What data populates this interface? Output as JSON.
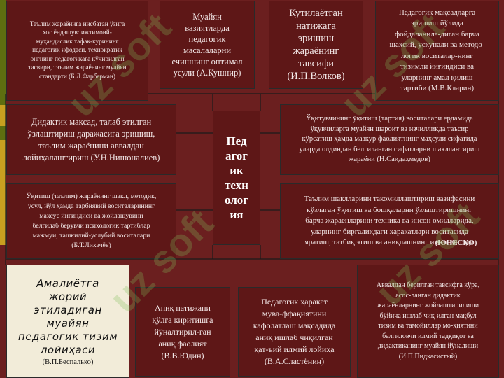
{
  "center": {
    "label": "Пед\nагог\nик\nтехн\nолог\nия"
  },
  "boxes": {
    "farberman": "Таълим жараёнига нисбатан ўзига\nхос ёндашув: ижтимоий-\nмуҳандислик тафак-курининг\nпедагогик ифодаси, технократик\nонгнинг педагогикага кўчирилган\nтасвири, таълим жараёнинг муайян\nстандарти (Б.Л.Фарберман)",
    "kushnir": "Муайян\nвазиятларда\nпедагогик\nмасалаларни\nечишнинг оптимал\nусули (А.Кушнир)",
    "volkov": "Кутилаётган\nнатижага\nэришиш\nжараёнинг\nтавсифи\n(И.П.Волков)",
    "klarin": "Педагогик мақсадларга\nэришиш йўлида\nфойдаланила-диган барча\nшахсий, ускунали ва методо-\nлогик воситалар-нинг\nтизимли йиғиндиси ва\nуларнинг амал қилиш\nтартиби (М.В.Кларин)",
    "nishonaliev": "Дидактик мақсад, талаб этилган\nўзлаштириш даражасига эришиш,\nтаълим жараёнини аввалдан\nлойиҳалаштириш (У.Н.Нишоналиев)",
    "saidahmedov": "Ўқитувчининг ўқитиш (тартия) воситалари ёрдамида\nўқувчиларга муайян шароит ва изчилликда таъсир\nкўрсатиш ҳамда мазкур фаолиятнинг маҳсули сифатида\nуларда олдиндан белгиланган сифатларни шакллантириш\nжараёни (Н.Саидаҳмедов)",
    "lihachev": "Ўқитиш (таълим) жараёнинг шакл, методик,\nусул, йўл ҳамда тарбиявий воситаларининг\nмахсус йиғиндиси ва жойлашувини\nбелгилаб берувчи психологик тартиблар\nмажмуи, ташкилий-услубий воситалари\n(Б.Т.Лихачёв)",
    "unesco": "Таълим шаклларини такомиллаштириш вазифасини\nкўзлаган ўқитиш ва бошқаларни ўзлаштиришнинг\nбарча жараёнларини техника ва инсон омилларида,\nуларнинг биргаликдаги ҳаракатлари воситасида\nяратиш, татбиқ этиш ва аниқлашнинг изчил методи",
    "unesco_tag": "(ЮНЕСКО)",
    "bespalko_main": "Амалиётга\nжорий\nэтиладиган\nмуайян\nпедагогик тизим\nлойиҳаси",
    "bespalko_author": "(В.П.Беспалько)",
    "yudin": "Аниқ натижани\nқўлга киритишга\nйўналтирил-ган\nаниқ фаолият\n(В.В.Юдин)",
    "slastenin": "Педагогик ҳаракат\nмува-ффақиятини\nкафолатлаш мақсадида\nаниқ ишлаб чиқилган\nқат-ъий илмий лойиҳа\n(В.А.Сластёнин)",
    "pidkasisty": "Аввалдан берилган тавсифга кўра,\nасос-ланган дидактик\nжараёнларнинг жойлаштирилиши\nбўйича ишлаб чиқ-илган мақбул\nтизим ва тамойиллар мо-ҳиятини\nбелгиловчи илмий тадқиқот ва\nдидактиканинг муайян йўналиши\n(И.П.Пидкасистый)"
  },
  "watermark": "uz soft",
  "colors": {
    "background": "#6b1f1f",
    "box": "#5e1717",
    "light_box": "#f2ecd9",
    "strip_gold": "#c8a020",
    "strip_olive": "#5e6e10"
  }
}
